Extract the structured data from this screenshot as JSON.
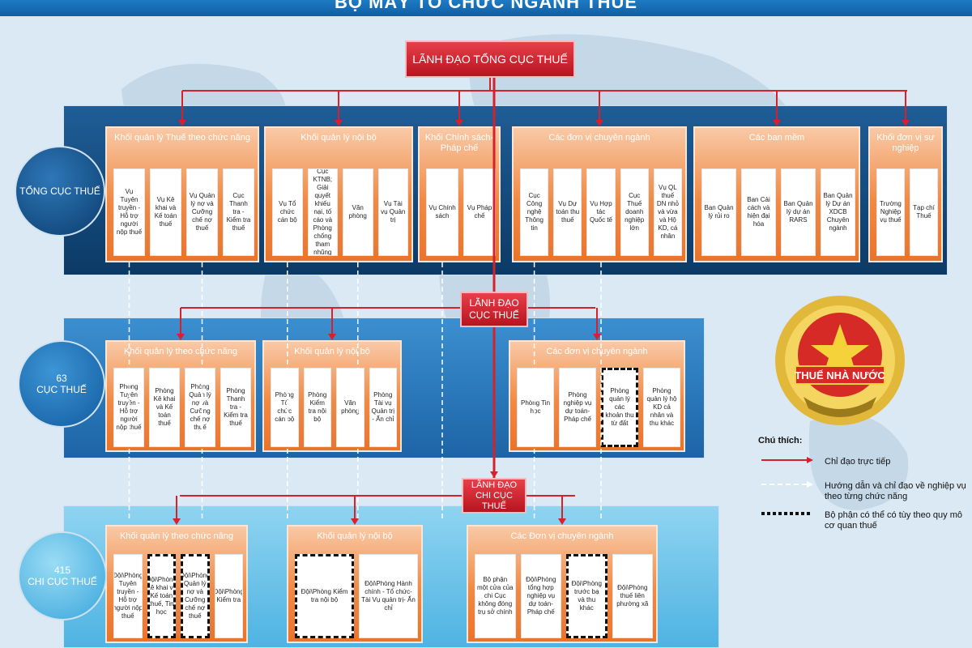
{
  "header": {
    "title": "BỘ MÁY TỔ CHỨC NGÀNH THUẾ"
  },
  "leaders": {
    "general": "LÃNH ĐẠO TỔNG CỤC THUẾ",
    "province": "LÃNH ĐẠO CỤC THUẾ",
    "district": "LÃNH ĐẠO CHI CỤC THUẾ"
  },
  "tiers": {
    "t1": {
      "label": "TỔNG CỤC THUẾ",
      "count": ""
    },
    "t2": {
      "label": "CỤC THUẾ",
      "count": "63"
    },
    "t3": {
      "label": "CHI CỤC THUẾ",
      "count": "415"
    }
  },
  "tier1_blocks": [
    {
      "title": "Khối quản lý Thuế theo chức năng",
      "units": [
        "Vụ Tuyên truyền - Hỗ trợ người nộp thuế",
        "Vụ Kê khai và Kế toán thuế",
        "Vụ Quản lý nợ và Cưỡng chế nợ thuế",
        "Cục Thanh tra - Kiểm tra thuế"
      ]
    },
    {
      "title": "Khối quản lý nội bộ",
      "units": [
        "Vụ Tổ chức cán bộ",
        "Cục KTNB; Giải quyết khiếu nại, tố cáo và Phòng chống tham nhũng",
        "Văn phòng",
        "Vụ Tài vụ Quản trị"
      ]
    },
    {
      "title": "Khối Chính sách- Pháp chế",
      "units": [
        "Vụ Chính sách",
        "Vụ Pháp chế"
      ]
    },
    {
      "title": "Các đơn vị chuyên ngành",
      "units": [
        "Cục Công nghệ Thông tin",
        "Vụ Dự toán thu thuế",
        "Vụ Hợp tác Quốc tế",
        "Cục Thuế doanh nghiệp lớn",
        "Vụ QL thuế DN nhỏ và vừa và Hộ KD, cá nhân"
      ]
    },
    {
      "title": "Các ban mềm",
      "units": [
        "Ban Quản lý rủi ro",
        "Ban Cải cách và hiện đại hóa",
        "Ban Quản lý dự án RARS",
        "Ban Quản lý Dự án XDCB Chuyên ngành"
      ]
    },
    {
      "title": "Khối đơn vị sự nghiệp",
      "units": [
        "Trường Nghiệp vụ thuế",
        "Tạp chí Thuế"
      ]
    }
  ],
  "tier2_blocks": [
    {
      "title": "Khối quản lý theo chức năng",
      "units": [
        "Phòng Tuyên truyền - Hỗ trợ người nộp thuế",
        "Phòng Kê khai và Kế toán thuế",
        "Phòng Quản lý nợ và Cưỡng chế nợ thuế",
        "Phòng Thanh tra - Kiểm tra thuế"
      ]
    },
    {
      "title": "Khối quản lý nội bộ",
      "units": [
        "Phòng Tổ chức cán bộ",
        "Phòng Kiểm tra nội bộ",
        "Văn phòng",
        "Phòng Tài vụ Quản trị - Ấn chỉ"
      ]
    },
    {
      "title": "Các đơn vị chuyên ngành",
      "units": [
        "Phòng Tin học",
        "Phòng nghiệp vụ dự toán- Pháp chế",
        "Phòng quản lý các khoản thu từ đất",
        "Phòng quản lý hộ KD cá nhân và thu khác"
      ]
    }
  ],
  "tier3_blocks": [
    {
      "title": "Khối quản lý theo chức năng",
      "units": [
        "Đội\\Phòng Tuyên truyền - Hỗ trợ người nộp thuế",
        "Đội\\Phòng Kê khai và Kế toán thuế, Tin học",
        "Đội\\Phòng Quản lý nợ và Cưỡng chế nợ thuế",
        "Đội\\Phòng Kiểm tra"
      ]
    },
    {
      "title": "Khối quản lý nội bộ",
      "units": [
        "Đội\\Phòng Kiểm tra nội bộ",
        "Đội\\Phòng Hành chính - Tổ chức- Tài Vụ quản trị- Ấn chỉ"
      ]
    },
    {
      "title": "Các Đơn vị chuyên ngành",
      "units": [
        "Bộ phận một cửa của chi Cục không đóng trụ sở chính",
        "Đội\\Phòng tổng hợp nghiệp vụ dự toán-Pháp chế",
        "Đội\\Phòng trước bạ và thu khác",
        "Đội\\Phòng thuế liên phường xã"
      ]
    }
  ],
  "emblem": {
    "text": "THUẾ NHÀ NƯỚC"
  },
  "legend": {
    "title": "Chú thích:",
    "items": [
      "Chỉ đạo trực tiếp",
      "Hướng dẫn và chỉ đạo về nghiệp vụ theo từng chức năng",
      "Bộ phận có thể có tùy theo quy mô cơ quan thuế"
    ]
  },
  "colors": {
    "direct_line": "#d6202b",
    "guide_line": "#ffffff",
    "block": "#f08a45"
  }
}
